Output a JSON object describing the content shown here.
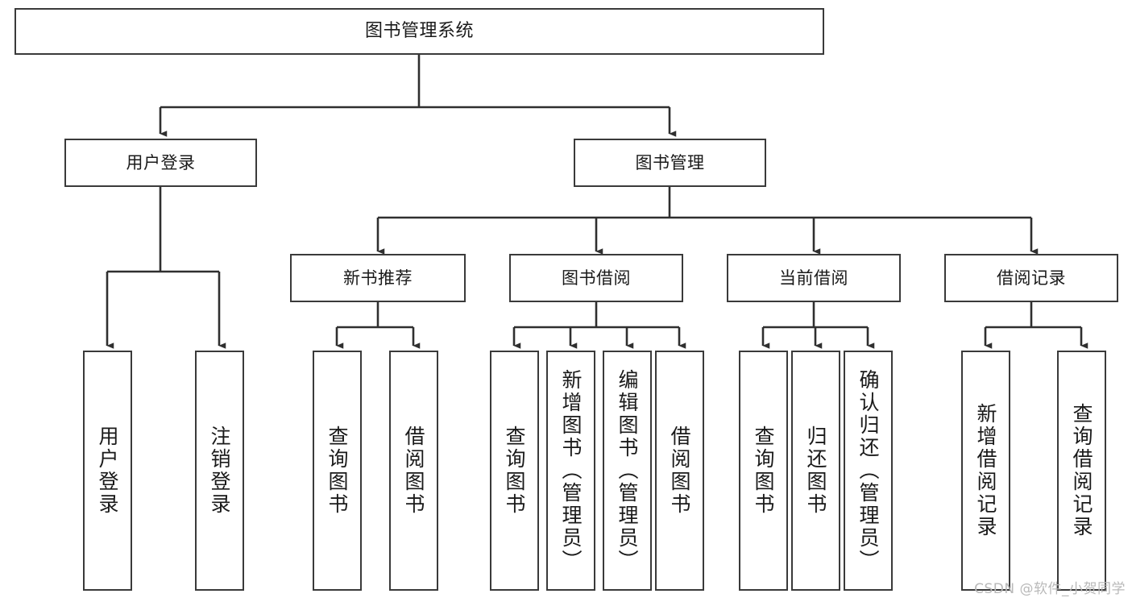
{
  "diagram": {
    "title": "图书管理系统",
    "type": "功能结构图",
    "colors": {
      "box_border": "#3a3a3a",
      "box_fill": "#ffffff",
      "connector": "#2f2f2f",
      "text": "#1a1a1a",
      "watermark": "#b9b9b9",
      "background": "#ffffff"
    },
    "watermark": "CSDN @软件_小贺同学"
  },
  "nodes": {
    "root": {
      "label": "图书管理系统"
    },
    "level2": [
      {
        "id": "user-login",
        "label": "用户登录"
      },
      {
        "id": "book-manage",
        "label": "图书管理"
      }
    ],
    "level3": [
      {
        "id": "new-book-recommend",
        "label": "新书推荐"
      },
      {
        "id": "book-borrow",
        "label": "图书借阅"
      },
      {
        "id": "current-borrow",
        "label": "当前借阅"
      },
      {
        "id": "borrow-record",
        "label": "借阅记录"
      }
    ],
    "leaves": {
      "user-login": [
        {
          "id": "leaf-user-login",
          "label": "用户登录"
        },
        {
          "id": "leaf-user-logout",
          "label": "注销登录"
        }
      ],
      "new-book-recommend": [
        {
          "id": "leaf-query-book-1",
          "label": "查询图书"
        },
        {
          "id": "leaf-borrow-book-1",
          "label": "借阅图书"
        }
      ],
      "book-borrow": [
        {
          "id": "leaf-query-book-2",
          "label": "查询图书"
        },
        {
          "id": "leaf-add-book",
          "label": "新增图书（管理员）"
        },
        {
          "id": "leaf-edit-book",
          "label": "编辑图书（管理员）"
        },
        {
          "id": "leaf-borrow-book-2",
          "label": "借阅图书"
        }
      ],
      "current-borrow": [
        {
          "id": "leaf-query-book-3",
          "label": "查询图书"
        },
        {
          "id": "leaf-return-book",
          "label": "归还图书"
        },
        {
          "id": "leaf-confirm-return",
          "label": "确认归还（管理员）"
        }
      ],
      "borrow-record": [
        {
          "id": "leaf-add-record",
          "label": "新增借阅记录"
        },
        {
          "id": "leaf-query-record",
          "label": "查询借阅记录"
        }
      ]
    }
  }
}
